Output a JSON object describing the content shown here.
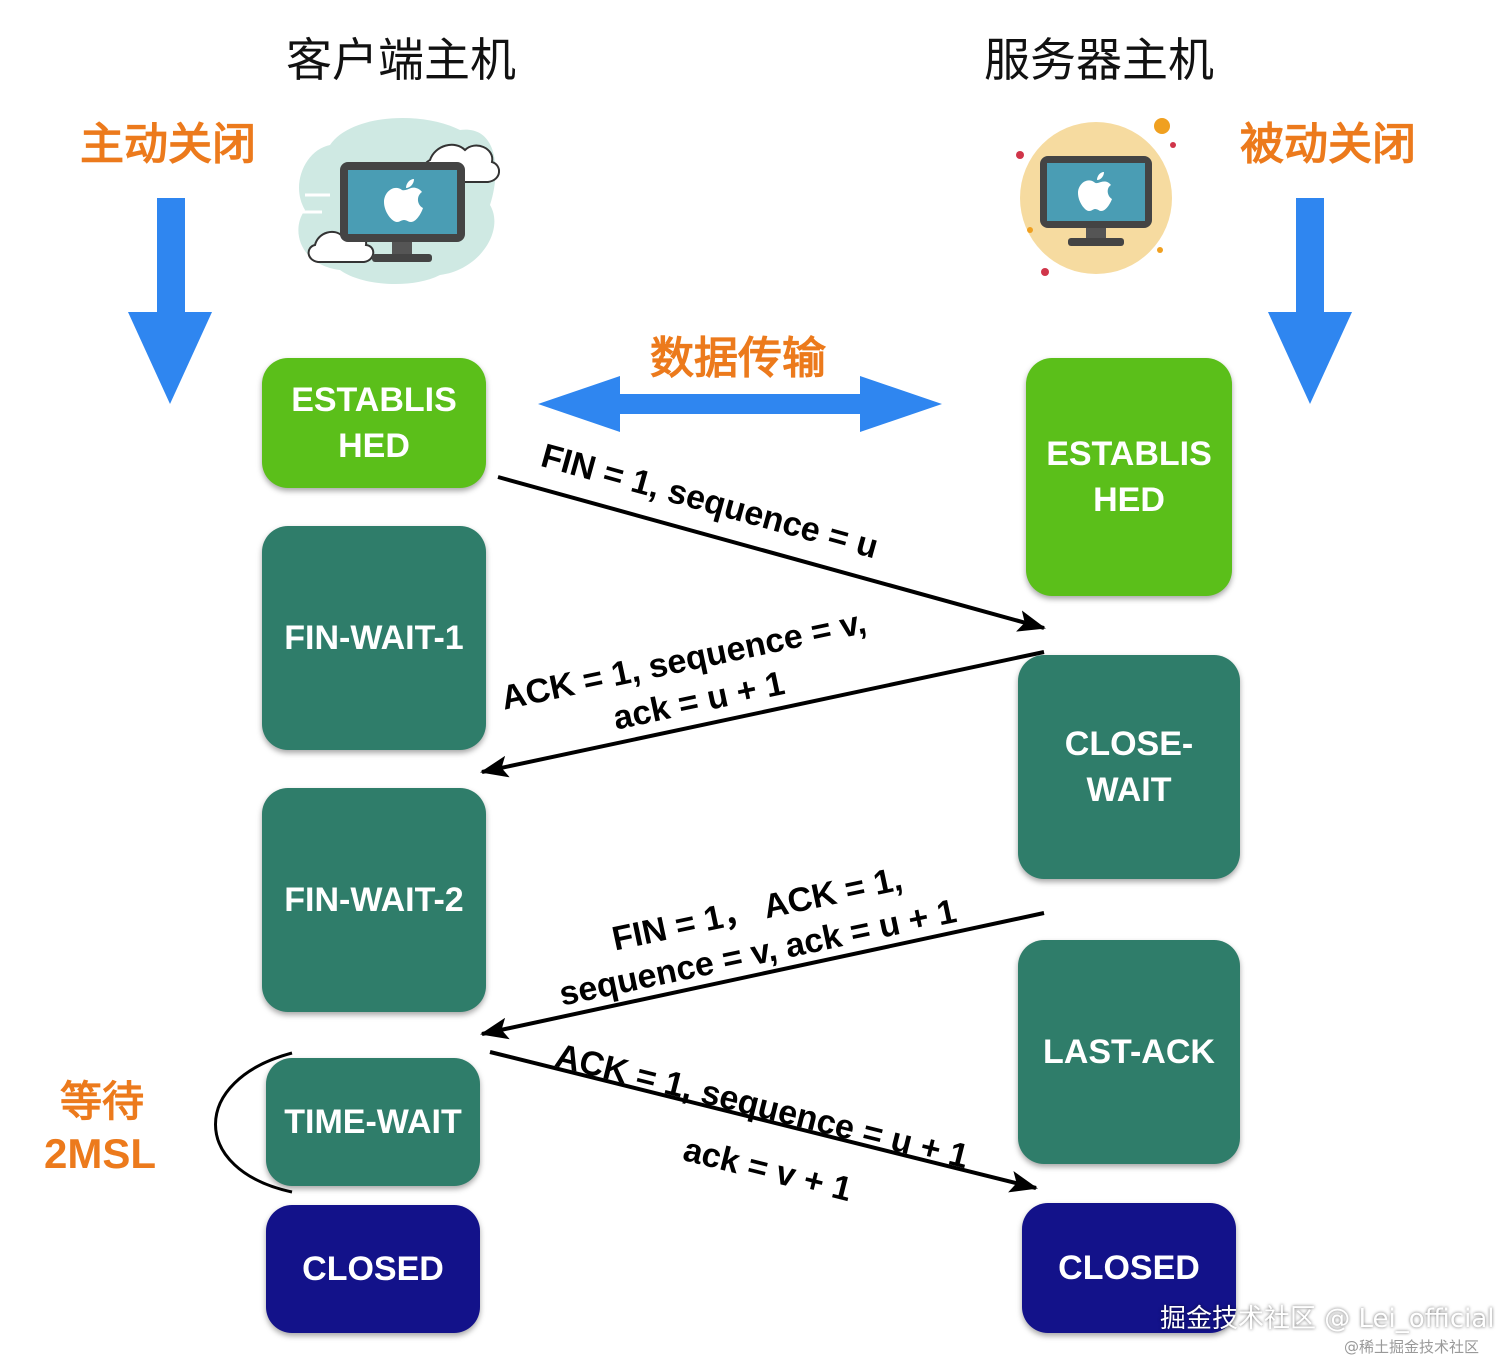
{
  "client": {
    "title": "客户端主机",
    "role": "主动关闭",
    "states": [
      "ESTABLIS\nHED",
      "FIN-WAIT-1",
      "FIN-WAIT-2",
      "TIME-WAIT",
      "CLOSED"
    ],
    "wait_label_1": "等待",
    "wait_label_2": "2MSL"
  },
  "server": {
    "title": "服务器主机",
    "role": "被动关闭",
    "states": [
      "ESTABLIS\nHED",
      "CLOSE-\nWAIT",
      "LAST-ACK",
      "CLOSED"
    ]
  },
  "data_transfer": "数据传输",
  "messages": [
    {
      "line1": "FIN = 1, sequence = u"
    },
    {
      "line1": "ACK = 1, sequence = v,",
      "line2": "ack = u + 1"
    },
    {
      "line1": "FIN = 1，  ACK = 1,",
      "line2": "sequence = v, ack = u + 1"
    },
    {
      "line1": "ACK = 1, sequence = u + 1",
      "line2": "ack = v + 1"
    }
  ],
  "watermark": "掘金技术社区 @ Lei_official",
  "watermark_small": "@稀土掘金技术社区",
  "colors": {
    "accent_orange": "#ec7a1c",
    "arrow_blue": "#2f86f0",
    "established_green": "#5bbf1a",
    "state_teal": "#2f7d6a",
    "closed_navy": "#13128a"
  },
  "icons": {
    "client": "desktop-computer-cloud-icon",
    "server": "desktop-computer-sun-icon"
  }
}
